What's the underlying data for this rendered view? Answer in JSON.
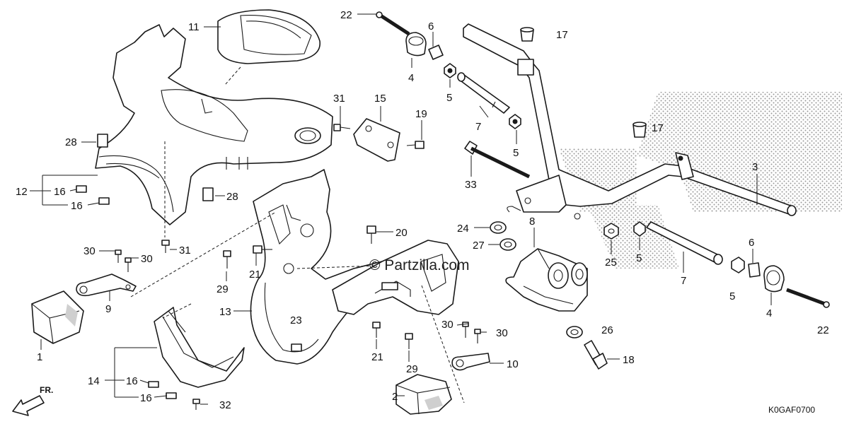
{
  "watermark": "© Partzilla.com",
  "diagram_code": "K0GAF0700",
  "direction_label": "FR.",
  "callouts": {
    "c22a": "22",
    "c6a": "6",
    "c17a": "17",
    "c11": "11",
    "c4a": "4",
    "c5a": "5",
    "c31a": "31",
    "c15": "15",
    "c19": "19",
    "c7a": "7",
    "c5b": "5",
    "c17b": "17",
    "c28a": "28",
    "c33": "33",
    "c3": "3",
    "c12": "12",
    "c16a": "16",
    "c16b": "16",
    "c28b": "28",
    "c24": "24",
    "c20": "20",
    "c8": "8",
    "c27": "27",
    "c25": "25",
    "c5c": "5",
    "c6b": "6",
    "c30a": "30",
    "c30b": "30",
    "c31b": "31",
    "c21a": "21",
    "c7b": "7",
    "c29a": "29",
    "c5d": "5",
    "c4b": "4",
    "c9": "9",
    "c13": "13",
    "c23": "23",
    "c26": "26",
    "c22b": "22",
    "c30c": "30",
    "c30d": "30",
    "c1": "1",
    "c21b": "21",
    "c18": "18",
    "c10": "10",
    "c29b": "29",
    "c14": "14",
    "c16c": "16",
    "c16d": "16",
    "c2": "2",
    "c32": "32"
  }
}
